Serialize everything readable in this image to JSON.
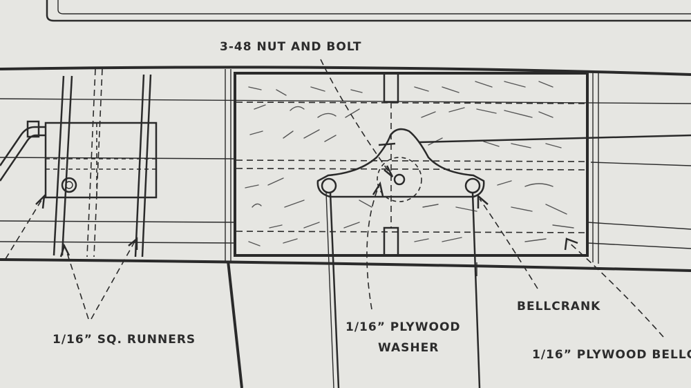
{
  "labels": {
    "nut_bolt": "3-48 NUT AND BOLT",
    "runners": "1/16” SQ. RUNNERS",
    "plywood_washer_line1": "1/16” PLYWOOD",
    "plywood_washer_line2": "WASHER",
    "bellcrank": "BELLCRANK",
    "plywood_bellcrank_mount": "1/16” PLYWOOD BELLC"
  },
  "colors": {
    "paper": "#e6e6e2",
    "ink": "#2a2a2a"
  }
}
